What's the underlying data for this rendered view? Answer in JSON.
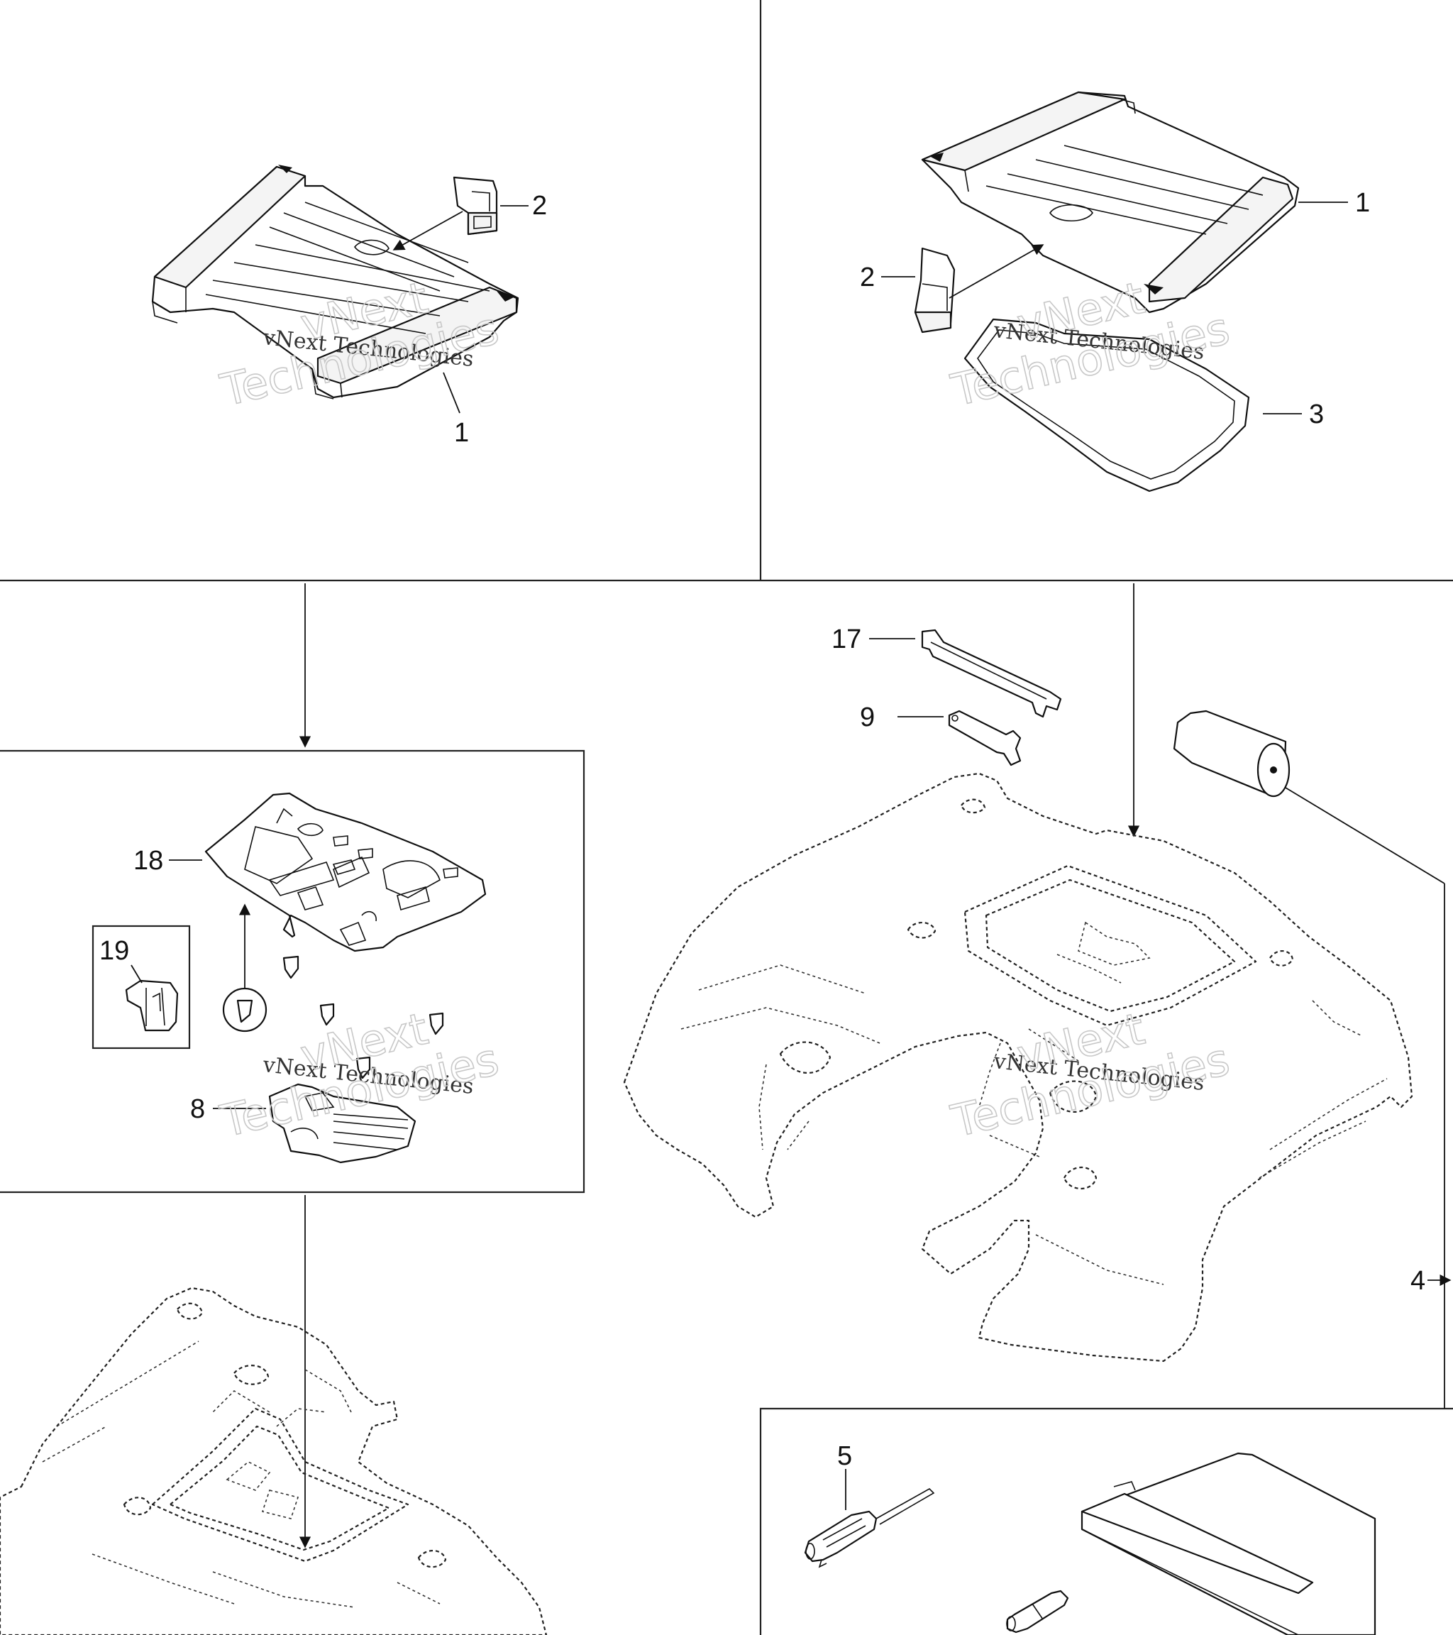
{
  "callouts": {
    "tl_1": "1",
    "tl_2": "2",
    "tr_1": "1",
    "tr_2": "2",
    "tr_3": "3",
    "p17": "17",
    "p9": "9",
    "p18": "18",
    "p19": "19",
    "p8": "8",
    "p4": "4",
    "p5": "5"
  },
  "watermark": {
    "small": "vNext Technologies",
    "big_line1": "vNext",
    "big_line2": "Technologies"
  }
}
